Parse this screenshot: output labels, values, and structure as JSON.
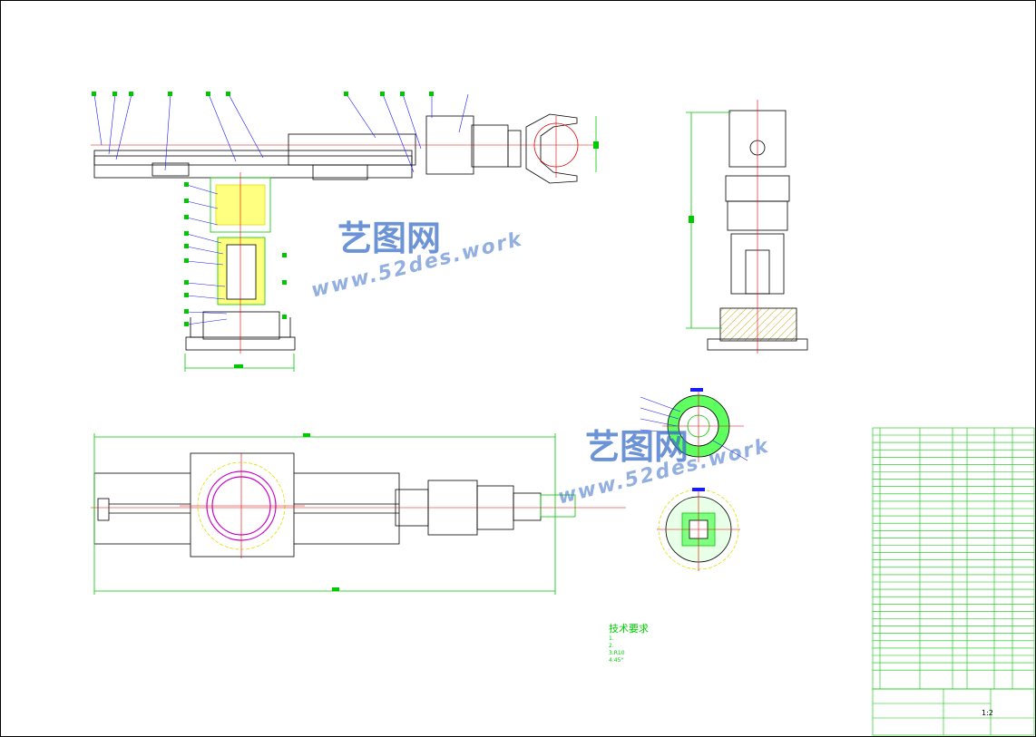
{
  "drawing": {
    "watermark_cn": "艺图网",
    "watermark_url": "www.52des.work",
    "tech_title": "技术要求",
    "tech_items": [
      "1.",
      "2.",
      "3.",
      "4."
    ],
    "tech_item_values": [
      "",
      "",
      "R10",
      "45°"
    ],
    "scale": "1:2"
  },
  "colors": {
    "outline": "#000000",
    "dimension": "#00c800",
    "centerline": "#e00000",
    "hatch": "#e0e000",
    "accent": "#c800c8",
    "watermark": "#3b6fc7"
  }
}
